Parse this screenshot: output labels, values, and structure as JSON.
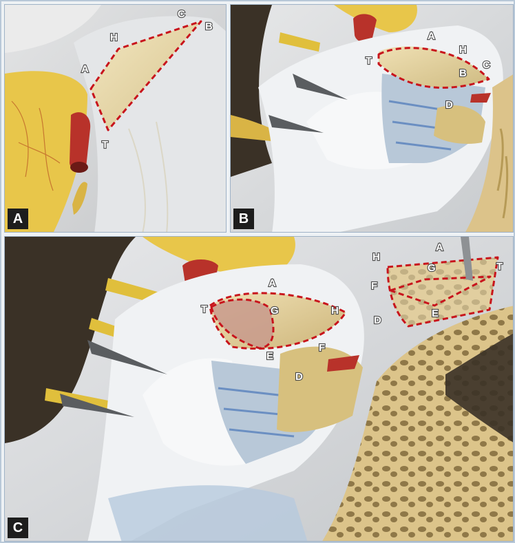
{
  "panels": [
    {
      "label": "A",
      "landmarks": [
        "A",
        "H",
        "C",
        "B",
        "T"
      ]
    },
    {
      "label": "B",
      "landmarks": [
        "T",
        "A",
        "H",
        "C",
        "B",
        "D"
      ]
    },
    {
      "label": "C",
      "landmarks": [
        "A",
        "T",
        "G",
        "H",
        "E",
        "F",
        "D",
        "H",
        "A",
        "T",
        "G",
        "F",
        "E",
        "D"
      ]
    }
  ],
  "colors": {
    "outline": "#c8141c",
    "bone": "#e9d8a6",
    "fat": "#e8c64a",
    "vessel": "#b8322a",
    "membrane": "#eef0f2",
    "label_bg": "#1d1d1d"
  },
  "icons": [
    "instrument-spike-icon"
  ]
}
